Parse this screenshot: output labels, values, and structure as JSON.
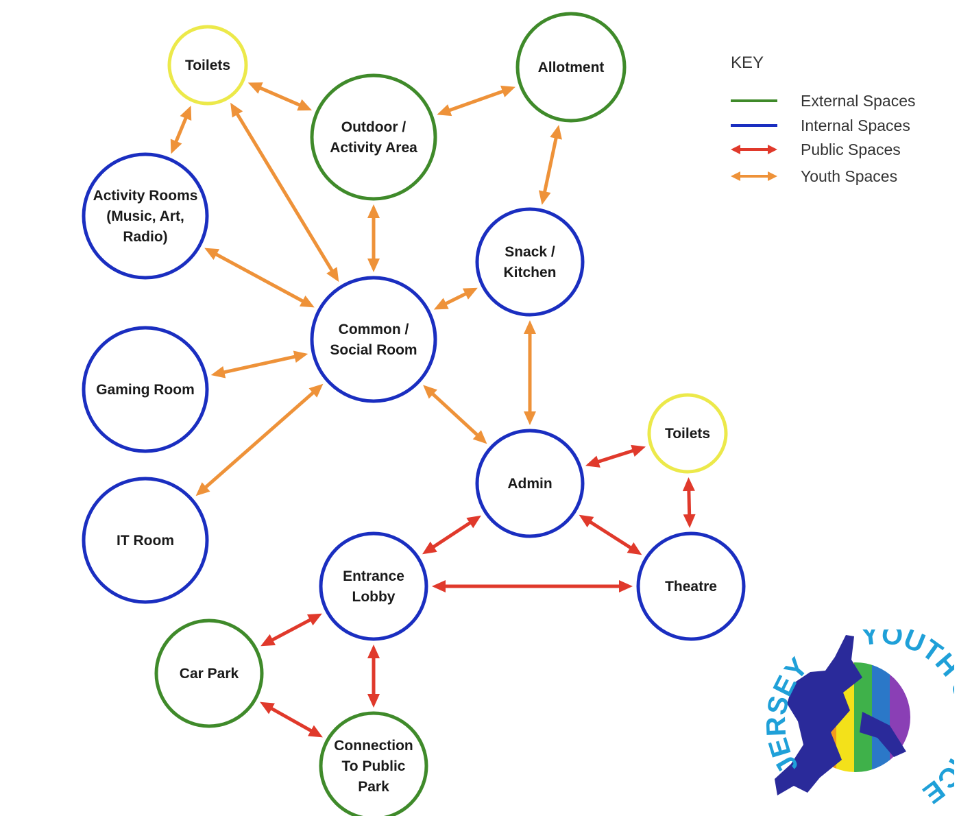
{
  "nodes": {
    "toilets_top": {
      "label": [
        "Toilets"
      ],
      "type": "toilet"
    },
    "outdoor": {
      "label": [
        "Outdoor /",
        "Activity Area"
      ],
      "type": "external"
    },
    "allotment": {
      "label": [
        "Allotment"
      ],
      "type": "external"
    },
    "activity_rooms": {
      "label": [
        "Activity Rooms",
        "(Music, Art,",
        "Radio)"
      ],
      "type": "internal"
    },
    "snack": {
      "label": [
        "Snack /",
        "Kitchen"
      ],
      "type": "internal"
    },
    "common": {
      "label": [
        "Common /",
        "Social Room"
      ],
      "type": "internal"
    },
    "gaming": {
      "label": [
        "Gaming Room"
      ],
      "type": "internal"
    },
    "admin": {
      "label": [
        "Admin"
      ],
      "type": "internal"
    },
    "toilets_right": {
      "label": [
        "Toilets"
      ],
      "type": "toilet"
    },
    "it_room": {
      "label": [
        "IT Room"
      ],
      "type": "internal"
    },
    "entrance": {
      "label": [
        "Entrance",
        "Lobby"
      ],
      "type": "internal"
    },
    "theatre": {
      "label": [
        "Theatre"
      ],
      "type": "internal"
    },
    "car_park": {
      "label": [
        "Car Park"
      ],
      "type": "external"
    },
    "connection": {
      "label": [
        "Connection",
        "To Public",
        "Park"
      ],
      "type": "external"
    }
  },
  "edges": [
    {
      "from": "toilets_top",
      "to": "outdoor",
      "kind": "youth"
    },
    {
      "from": "outdoor",
      "to": "allotment",
      "kind": "youth"
    },
    {
      "from": "toilets_top",
      "to": "activity_rooms",
      "kind": "youth"
    },
    {
      "from": "toilets_top",
      "to": "common",
      "kind": "youth"
    },
    {
      "from": "outdoor",
      "to": "common",
      "kind": "youth"
    },
    {
      "from": "allotment",
      "to": "snack",
      "kind": "youth"
    },
    {
      "from": "activity_rooms",
      "to": "common",
      "kind": "youth"
    },
    {
      "from": "snack",
      "to": "common",
      "kind": "youth"
    },
    {
      "from": "gaming",
      "to": "common",
      "kind": "youth"
    },
    {
      "from": "it_room",
      "to": "common",
      "kind": "youth"
    },
    {
      "from": "common",
      "to": "admin",
      "kind": "youth"
    },
    {
      "from": "snack",
      "to": "admin",
      "kind": "youth"
    },
    {
      "from": "admin",
      "to": "toilets_right",
      "kind": "public"
    },
    {
      "from": "toilets_right",
      "to": "theatre",
      "kind": "public"
    },
    {
      "from": "admin",
      "to": "entrance",
      "kind": "public"
    },
    {
      "from": "admin",
      "to": "theatre",
      "kind": "public"
    },
    {
      "from": "entrance",
      "to": "theatre",
      "kind": "public"
    },
    {
      "from": "entrance",
      "to": "car_park",
      "kind": "public"
    },
    {
      "from": "entrance",
      "to": "connection",
      "kind": "public"
    },
    {
      "from": "car_park",
      "to": "connection",
      "kind": "public"
    }
  ],
  "colors": {
    "external": "#3f8a2a",
    "internal": "#1a2ec0",
    "toilet": "#ece94a",
    "public": "#e0392b",
    "youth": "#ee9239",
    "logo_text": "#1fa0d8",
    "logo_figure": "#2a2a9a"
  },
  "key": {
    "title": "KEY",
    "items": [
      {
        "label": "External Spaces",
        "style": "line",
        "color": "#3f8a2a"
      },
      {
        "label": "Internal Spaces",
        "style": "line",
        "color": "#1a2ec0"
      },
      {
        "label": "Public Spaces",
        "style": "arrow",
        "color": "#e0392b"
      },
      {
        "label": "Youth Spaces",
        "style": "arrow",
        "color": "#ee9239"
      }
    ]
  },
  "logo": {
    "text_left": "JERSEY",
    "text_right": "YOUTH SERVICE"
  }
}
